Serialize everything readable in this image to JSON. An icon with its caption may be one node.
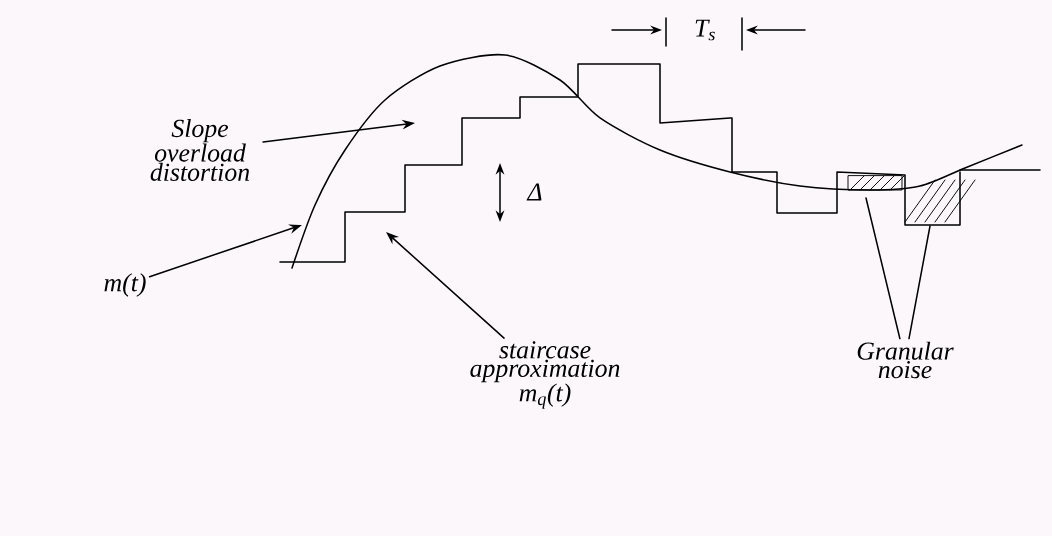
{
  "diagram": {
    "nodes": [
      {
        "text": [
          "Slope overload distortion"
        ]
      },
      {
        "text": [
          "m(t)"
        ]
      },
      {
        "text": [
          "staircase approximation m$_{q}$(t)"
        ]
      },
      {
        "text": [
          "Granular noise"
        ]
      }
    ],
    "edges": [
      {
        "from": 0,
        "to": null,
        "arrow": "to"
      },
      {
        "from": 1,
        "to": null,
        "arrow": "to"
      },
      {
        "from": 2,
        "to": null,
        "arrow": "to"
      },
      {
        "from": 3,
        "to": null,
        "arrow": "none"
      },
      {
        "from": 3,
        "to": null,
        "arrow": "none"
      }
    ],
    "labels": [
      "Δ",
      "T$_{s}$"
    ]
  }
}
